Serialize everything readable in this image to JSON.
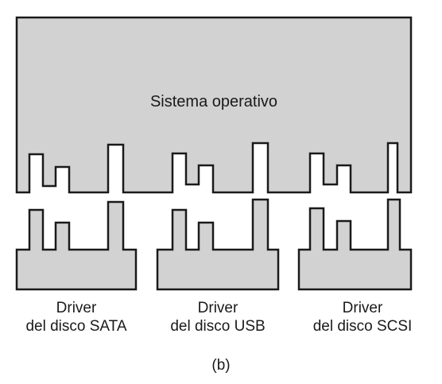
{
  "os": {
    "label": "Sistema operativo"
  },
  "drivers": [
    {
      "line1": "Driver",
      "line2": "del disco SATA"
    },
    {
      "line1": "Driver",
      "line2": "del disco USB"
    },
    {
      "line1": "Driver",
      "line2": "del disco SCSI"
    }
  ],
  "caption": "(b)",
  "colors": {
    "fill": "#d2d2d2",
    "stroke": "#1a1a1a"
  }
}
